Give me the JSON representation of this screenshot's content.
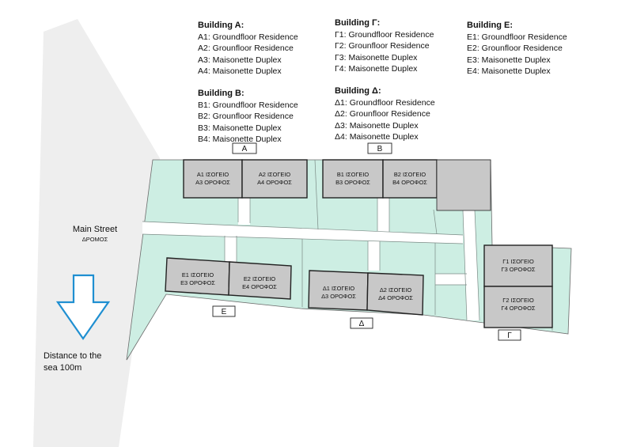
{
  "legend": {
    "A": {
      "title": "Building A:",
      "items": [
        "A1: Groundfloor Residence",
        "A2: Grounfloor Residence",
        "A3: Maisonette Duplex",
        "A4: Maisonette Duplex"
      ]
    },
    "B": {
      "title": "Building B:",
      "items": [
        "B1: Groundfloor Residence",
        "B2: Grounfloor Residence",
        "B3: Maisonette Duplex",
        "B4: Maisonette Duplex"
      ]
    },
    "G": {
      "title": "Building Γ:",
      "items": [
        "Γ1: Groundfloor Residence",
        "Γ2: Grounfloor Residence",
        "Γ3: Maisonette Duplex",
        "Γ4: Maisonette Duplex"
      ]
    },
    "D": {
      "title": "Building Δ:",
      "items": [
        "Δ1: Groundfloor Residence",
        "Δ2: Grounfloor Residence",
        "Δ3: Maisonette Duplex",
        "Δ4: Maisonette Duplex"
      ]
    },
    "E": {
      "title": "Building E:",
      "items": [
        "E1: Groundfloor Residence",
        "E2: Grounfloor Residence",
        "E3: Maisonette Duplex",
        "E4: Maisonette Duplex"
      ]
    }
  },
  "street": {
    "name": "Main Street",
    "name_greek": "ΔΡΟΜΟΣ",
    "distance": "Distance to the sea 100m"
  },
  "building_labels": {
    "A": "A",
    "B": "B",
    "E": "E",
    "D": "Δ",
    "G": "Γ"
  },
  "units": {
    "a_left": [
      "A1 ΙΣΟΓΕΙΟ",
      "A3 ΟΡΟΦΟΣ"
    ],
    "a_right": [
      "A2 ΙΣΟΓΕΙΟ",
      "A4 ΟΡΟΦΟΣ"
    ],
    "b_left": [
      "B1 ΙΣΟΓΕΙΟ",
      "B3 ΟΡΟΦΟΣ"
    ],
    "b_right": [
      "B2 ΙΣΟΓΕΙΟ",
      "B4 ΟΡΟΦΟΣ"
    ],
    "e_left": [
      "E1 ΙΣΟΓΕΙΟ",
      "E3 ΟΡΟΦΟΣ"
    ],
    "e_right": [
      "E2 ΙΣΟΓΕΙΟ",
      "E4 ΟΡΟΦΟΣ"
    ],
    "d_left": [
      "Δ1 ΙΣΟΓΕΙΟ",
      "Δ3 ΟΡΟΦΟΣ"
    ],
    "d_right": [
      "Δ2 ΙΣΟΓΕΙΟ",
      "Δ4 ΟΡΟΦΟΣ"
    ],
    "g_top": [
      "Γ1 ΙΣΟΓΕΙΟ",
      "Γ3 ΟΡΟΦΟΣ"
    ],
    "g_bottom": [
      "Γ2 ΙΣΟΓΕΙΟ",
      "Γ4 ΟΡΟΦΟΣ"
    ]
  },
  "colors": {
    "site": "#cdeee3",
    "building": "#c8c8c8",
    "path": "#ffffff",
    "street": "#eeeeee",
    "arrow": "#1f8fd1",
    "line": "#222222"
  }
}
